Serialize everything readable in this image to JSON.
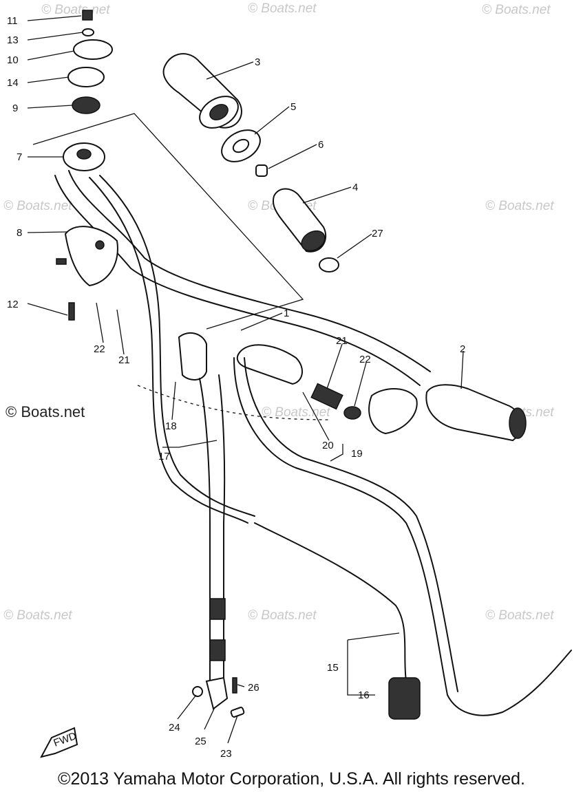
{
  "parts": [
    {
      "number": "1"
    },
    {
      "number": "2"
    },
    {
      "number": "3"
    },
    {
      "number": "4"
    },
    {
      "number": "5"
    },
    {
      "number": "6"
    },
    {
      "number": "7"
    },
    {
      "number": "8"
    },
    {
      "number": "9"
    },
    {
      "number": "10"
    },
    {
      "number": "11"
    },
    {
      "number": "12"
    },
    {
      "number": "13"
    },
    {
      "number": "14"
    },
    {
      "number": "15"
    },
    {
      "number": "16"
    },
    {
      "number": "17"
    },
    {
      "number": "18"
    },
    {
      "number": "19"
    },
    {
      "number": "20"
    },
    {
      "number": "21"
    },
    {
      "number": "21"
    },
    {
      "number": "22"
    },
    {
      "number": "22"
    },
    {
      "number": "23"
    },
    {
      "number": "24"
    },
    {
      "number": "25"
    },
    {
      "number": "26"
    },
    {
      "number": "27"
    }
  ],
  "fwd_label": "FWD",
  "watermarks": {
    "small": "© Boats.net",
    "large": "© Boats.net"
  },
  "copyright": "©2013 Yamaha Motor Corporation, U.S.A. All rights reserved."
}
